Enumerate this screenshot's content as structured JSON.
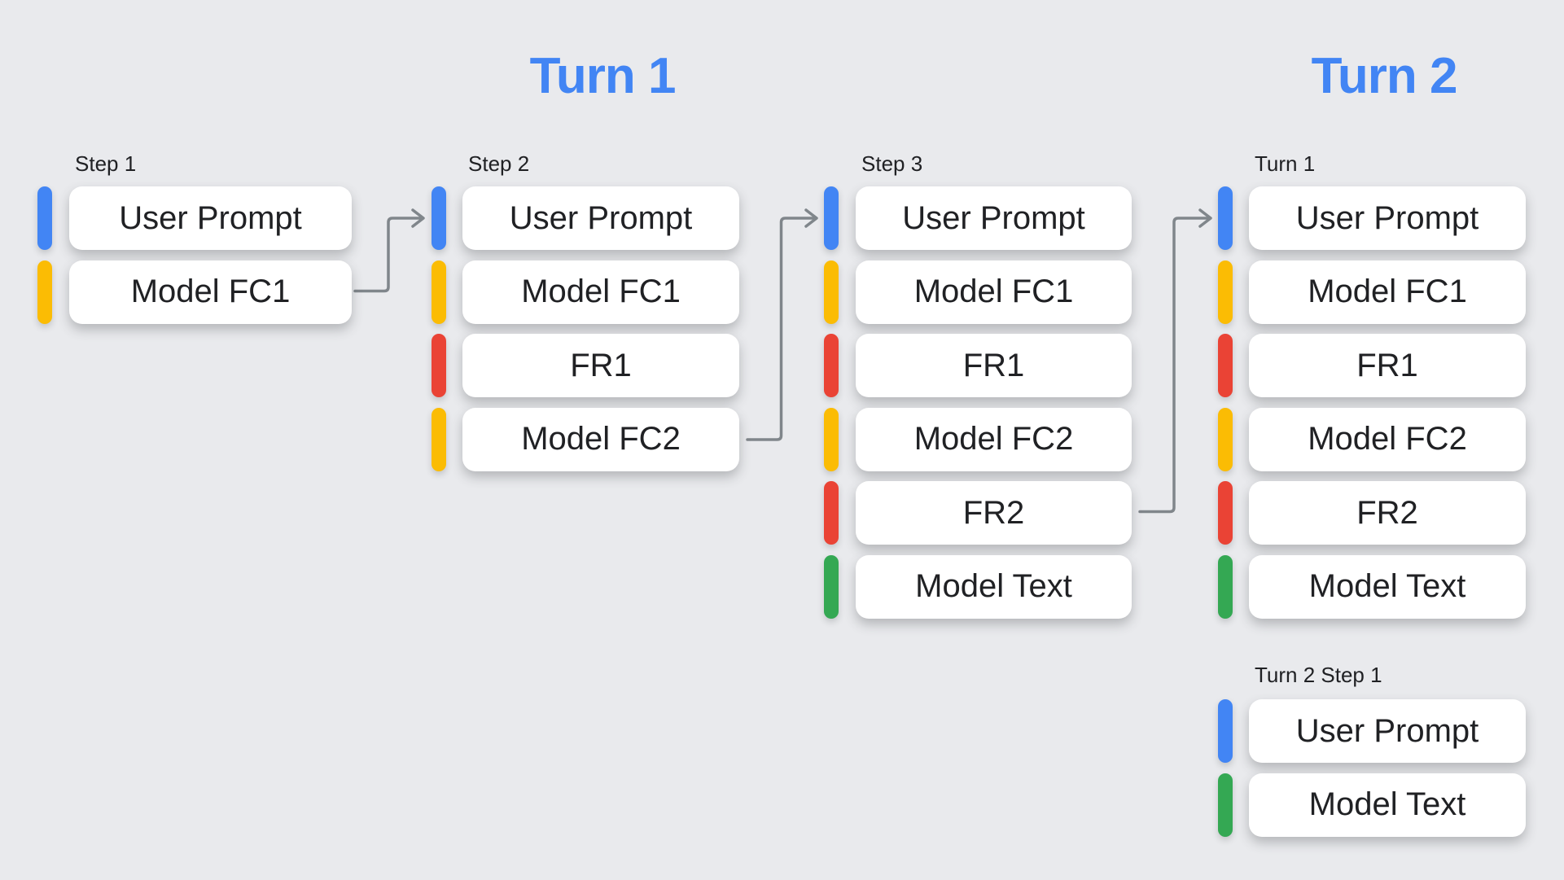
{
  "titles": {
    "turn1": "Turn 1",
    "turn2": "Turn 2"
  },
  "colors": {
    "blue": "#4285F4",
    "yellow": "#FBBC04",
    "red": "#EA4335",
    "green": "#34A853",
    "title_blue": "#4285F4",
    "arrow_gray": "#80868B",
    "background": "#E9EAED",
    "card_background": "#FFFFFF",
    "card_text": "#202124",
    "label_text": "#202124"
  },
  "columns": [
    {
      "label": "Step 1",
      "items": [
        {
          "text": "User Prompt",
          "color": "blue"
        },
        {
          "text": "Model FC1",
          "color": "yellow"
        }
      ]
    },
    {
      "label": "Step 2",
      "items": [
        {
          "text": "User Prompt",
          "color": "blue"
        },
        {
          "text": "Model FC1",
          "color": "yellow"
        },
        {
          "text": "FR1",
          "color": "red"
        },
        {
          "text": "Model FC2",
          "color": "yellow"
        }
      ]
    },
    {
      "label": "Step 3",
      "items": [
        {
          "text": "User Prompt",
          "color": "blue"
        },
        {
          "text": "Model FC1",
          "color": "yellow"
        },
        {
          "text": "FR1",
          "color": "red"
        },
        {
          "text": "Model FC2",
          "color": "yellow"
        },
        {
          "text": "FR2",
          "color": "red"
        },
        {
          "text": "Model Text",
          "color": "green"
        }
      ]
    },
    {
      "label": "Turn 1",
      "items": [
        {
          "text": "User Prompt",
          "color": "blue"
        },
        {
          "text": "Model FC1",
          "color": "yellow"
        },
        {
          "text": "FR1",
          "color": "red"
        },
        {
          "text": "Model FC2",
          "color": "yellow"
        },
        {
          "text": "FR2",
          "color": "red"
        },
        {
          "text": "Model Text",
          "color": "green"
        }
      ]
    },
    {
      "label": "Turn 2 Step 1",
      "items": [
        {
          "text": "User Prompt",
          "color": "blue"
        },
        {
          "text": "Model Text",
          "color": "green"
        }
      ]
    }
  ],
  "arrows": [
    {
      "from": "Step 1 / Model FC1",
      "to": "Step 2 / User Prompt"
    },
    {
      "from": "Step 2 / Model FC2",
      "to": "Step 3 / User Prompt"
    },
    {
      "from": "Step 3 / FR2",
      "to": "Turn 1 / User Prompt"
    }
  ]
}
